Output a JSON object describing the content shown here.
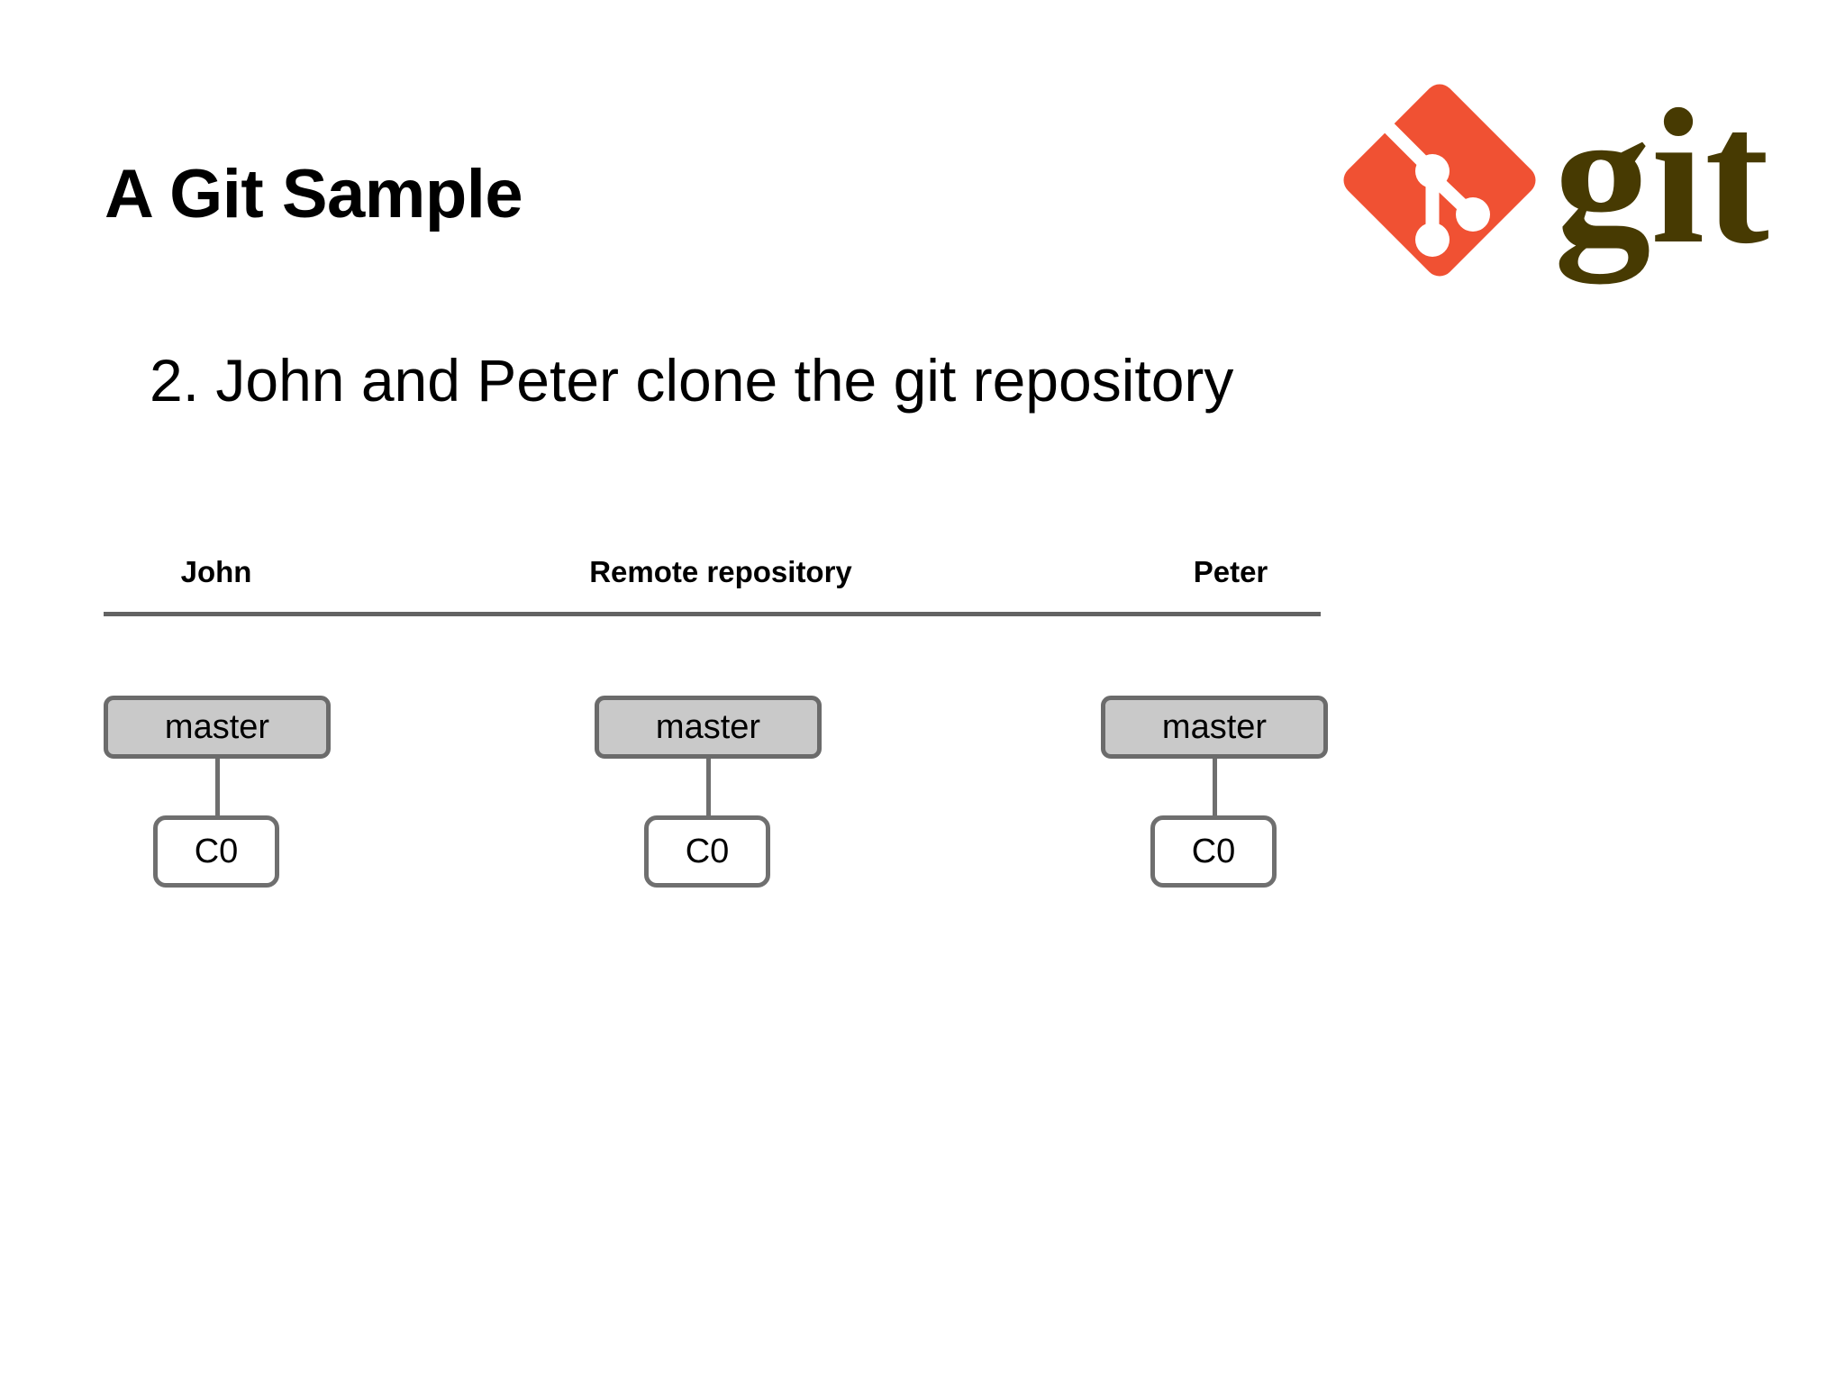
{
  "slide": {
    "title": "A Git Sample",
    "subtitle": "2. John and Peter clone the git repository",
    "background_color": "#ffffff",
    "text_color": "#000000"
  },
  "logo": {
    "name": "git-logo",
    "wordmark": "git",
    "diamond_color": "#f05133",
    "glyph_color": "#ffffff",
    "wordmark_color": "#473a02"
  },
  "diagram": {
    "rule_color": "#636363",
    "branch_box_fill": "#c9c9c9",
    "branch_box_border": "#6b6b6b",
    "commit_box_fill": "#ffffff",
    "commit_box_border": "#6f6f6f",
    "connector_color": "#6f6f6f",
    "columns": [
      {
        "id": "john",
        "header": "John",
        "branch_label": "master",
        "commits": [
          "C0"
        ]
      },
      {
        "id": "remote",
        "header": "Remote repository",
        "branch_label": "master",
        "commits": [
          "C0"
        ]
      },
      {
        "id": "peter",
        "header": "Peter",
        "branch_label": "master",
        "commits": [
          "C0"
        ]
      }
    ]
  }
}
